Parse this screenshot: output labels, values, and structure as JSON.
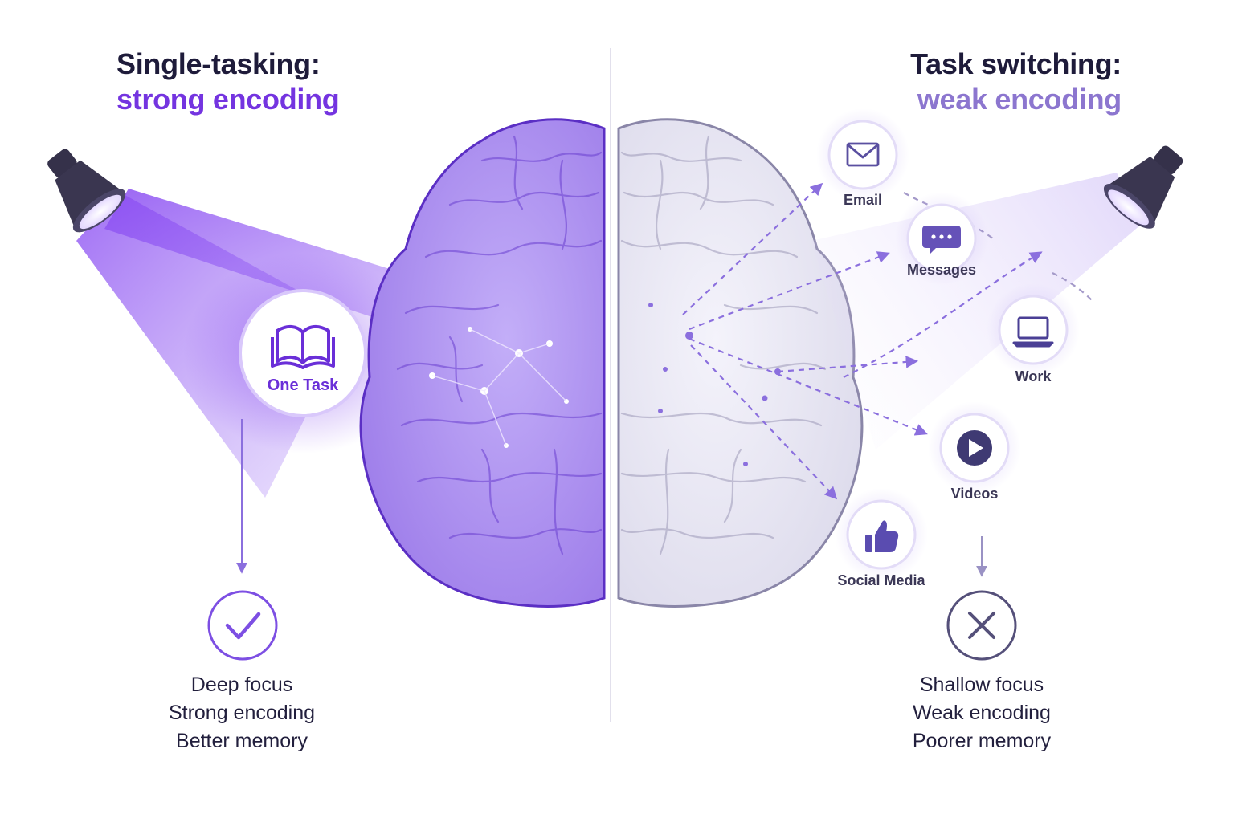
{
  "left": {
    "title_line1": "Single-tasking:",
    "title_line2": "strong encoding",
    "task_label": "One Task",
    "task_icon": "book-icon",
    "outcome_icon": "check-icon",
    "outcomes": [
      "Deep focus",
      "Strong encoding",
      "Better memory"
    ]
  },
  "right": {
    "title_line1": "Task switching:",
    "title_line2": "weak encoding",
    "distractions": [
      {
        "label": "Email",
        "icon": "envelope-icon"
      },
      {
        "label": "Messages",
        "icon": "chat-bubble-icon"
      },
      {
        "label": "Work",
        "icon": "laptop-icon"
      },
      {
        "label": "Videos",
        "icon": "play-icon"
      },
      {
        "label": "Social Media",
        "icon": "thumbs-up-icon"
      }
    ],
    "outcome_icon": "cross-icon",
    "outcomes": [
      "Shallow focus",
      "Weak encoding",
      "Poorer memory"
    ]
  },
  "colors": {
    "strong_purple": "#7434e0",
    "soft_purple": "#8c76cf",
    "brain_left": "#a98af2",
    "brain_right": "#ececf7",
    "dark_text": "#1e1b3a",
    "lamp": "#3a3650"
  }
}
